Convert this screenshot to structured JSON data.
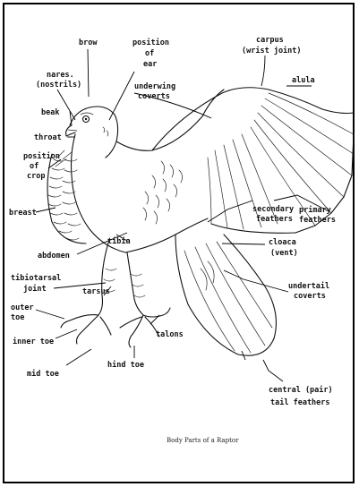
{
  "caption": "Body Parts of a Raptor",
  "labels": {
    "brow": "brow",
    "position_of_ear": [
      "position",
      "of",
      "ear"
    ],
    "carpus": [
      "carpus",
      "(wrist joint)"
    ],
    "alula": "alula",
    "nares": [
      "nares.",
      "(nostrils)"
    ],
    "beak": "beak",
    "underwing_coverts": [
      "underwing",
      "coverts"
    ],
    "throat": "throat",
    "position_of_crop": [
      "position",
      "of",
      "crop"
    ],
    "breast": "breast",
    "tibia": "tibia",
    "abdomen": "abdomen",
    "secondary_feathers": [
      "secondary",
      "feathers"
    ],
    "primary_feathers": [
      "primary",
      "feathers"
    ],
    "cloaca": [
      "cloaca",
      "(vent)"
    ],
    "tibiotarsal_joint": [
      "tibiotarsal",
      "joint"
    ],
    "tarsus": "tarsus",
    "undertail_coverts": [
      "undertail",
      "coverts"
    ],
    "outer_toe": [
      "outer",
      "toe"
    ],
    "inner_toe": "inner toe",
    "talons": "talons",
    "hind_toe": "hind toe",
    "mid_toe": "mid toe",
    "central_tail_feathers": [
      "central (pair)",
      "tail feathers"
    ]
  }
}
